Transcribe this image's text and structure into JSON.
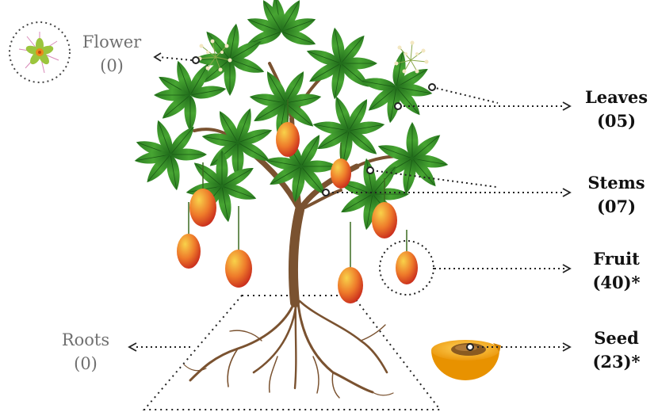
{
  "labels": {
    "flower": {
      "name": "Flower",
      "count": "(0)"
    },
    "roots": {
      "name": "Roots",
      "count": "(0)"
    },
    "leaves": {
      "name": "Leaves",
      "count": "(05)"
    },
    "stems": {
      "name": "Stems",
      "count": "(07)"
    },
    "fruit": {
      "name": "Fruit",
      "count": "(40)*"
    },
    "seed": {
      "name": "Seed",
      "count": "(23)*"
    }
  },
  "colors": {
    "leaf": "#3a8f2a",
    "leaf_dark": "#1f6a1a",
    "trunk": "#7a5230",
    "fruit": "#e2452a",
    "fruit_light": "#f0a52e",
    "seed": "#f2a000",
    "connector": "#222222",
    "muted_label": "#707070",
    "strong_label": "#111111"
  }
}
